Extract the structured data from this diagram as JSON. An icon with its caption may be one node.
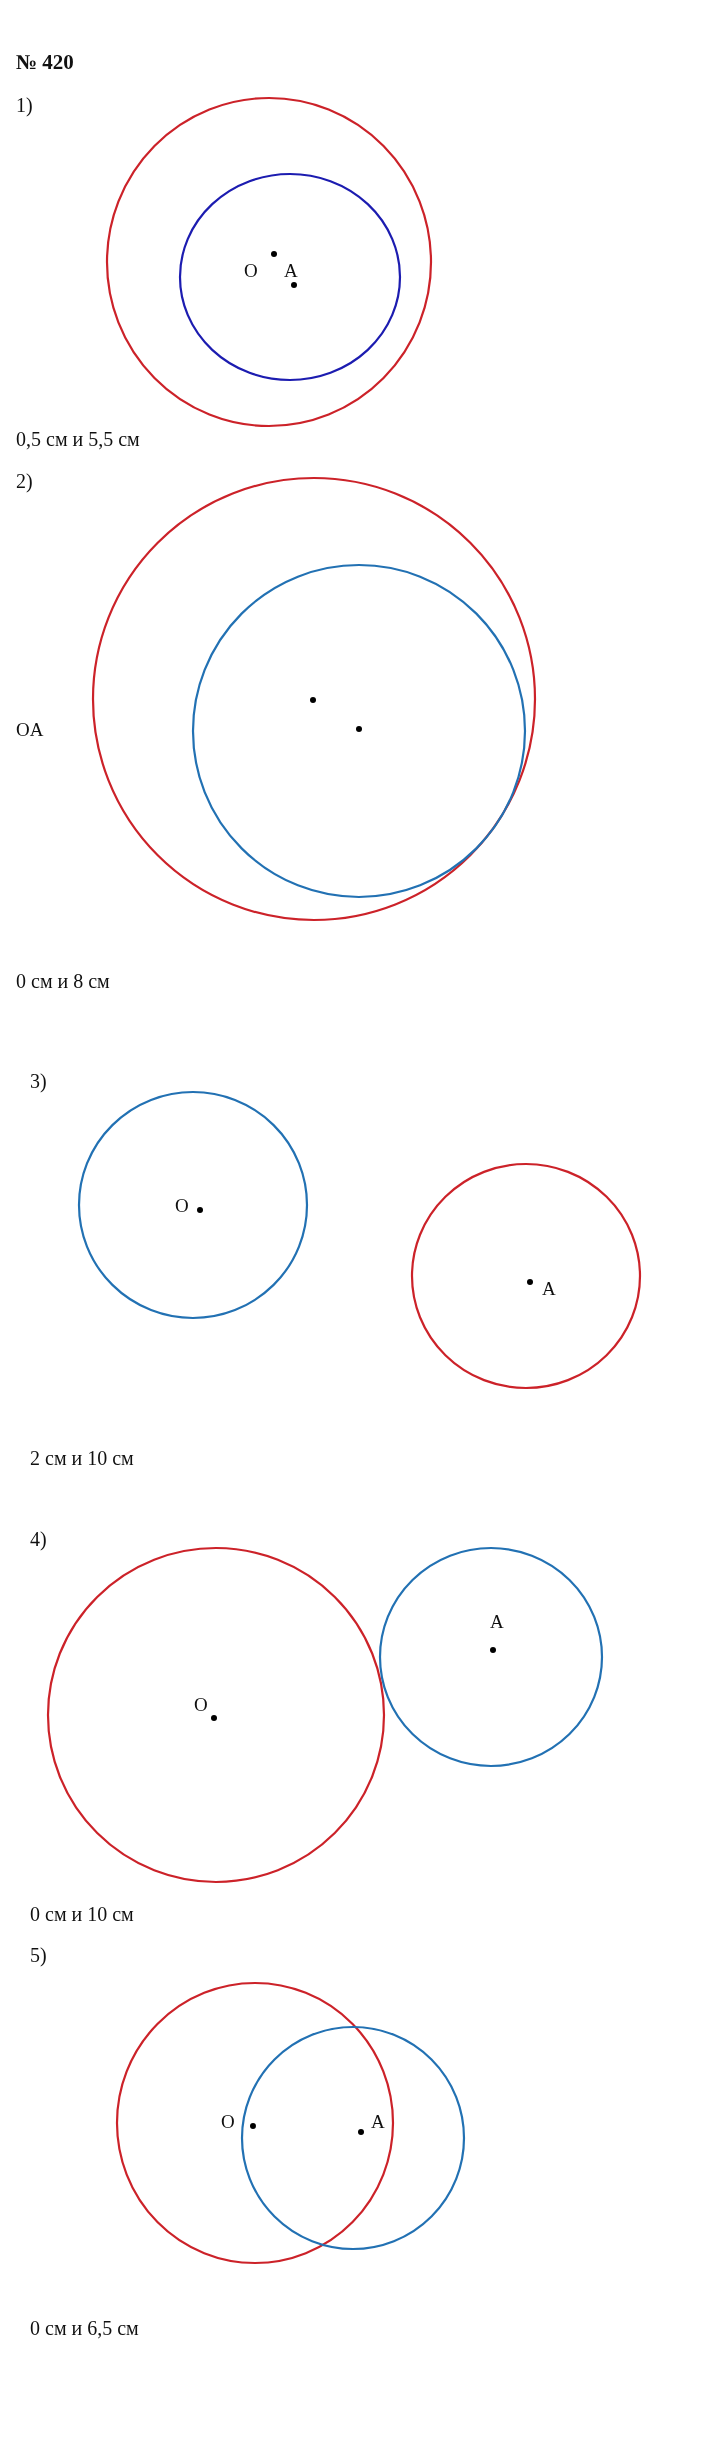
{
  "diagram": {
    "title": "№ 420",
    "labels": [
      "1)",
      "O",
      "A",
      "0,5 см и 5,5 см",
      "2)",
      "OA",
      "0 см и 8 см",
      "3)",
      "O",
      "A",
      "2 см и 10 см",
      "4)",
      "O",
      "A",
      "0 см и 10 см",
      "5)",
      "O",
      "A",
      "0 см и 6,5 см"
    ]
  }
}
